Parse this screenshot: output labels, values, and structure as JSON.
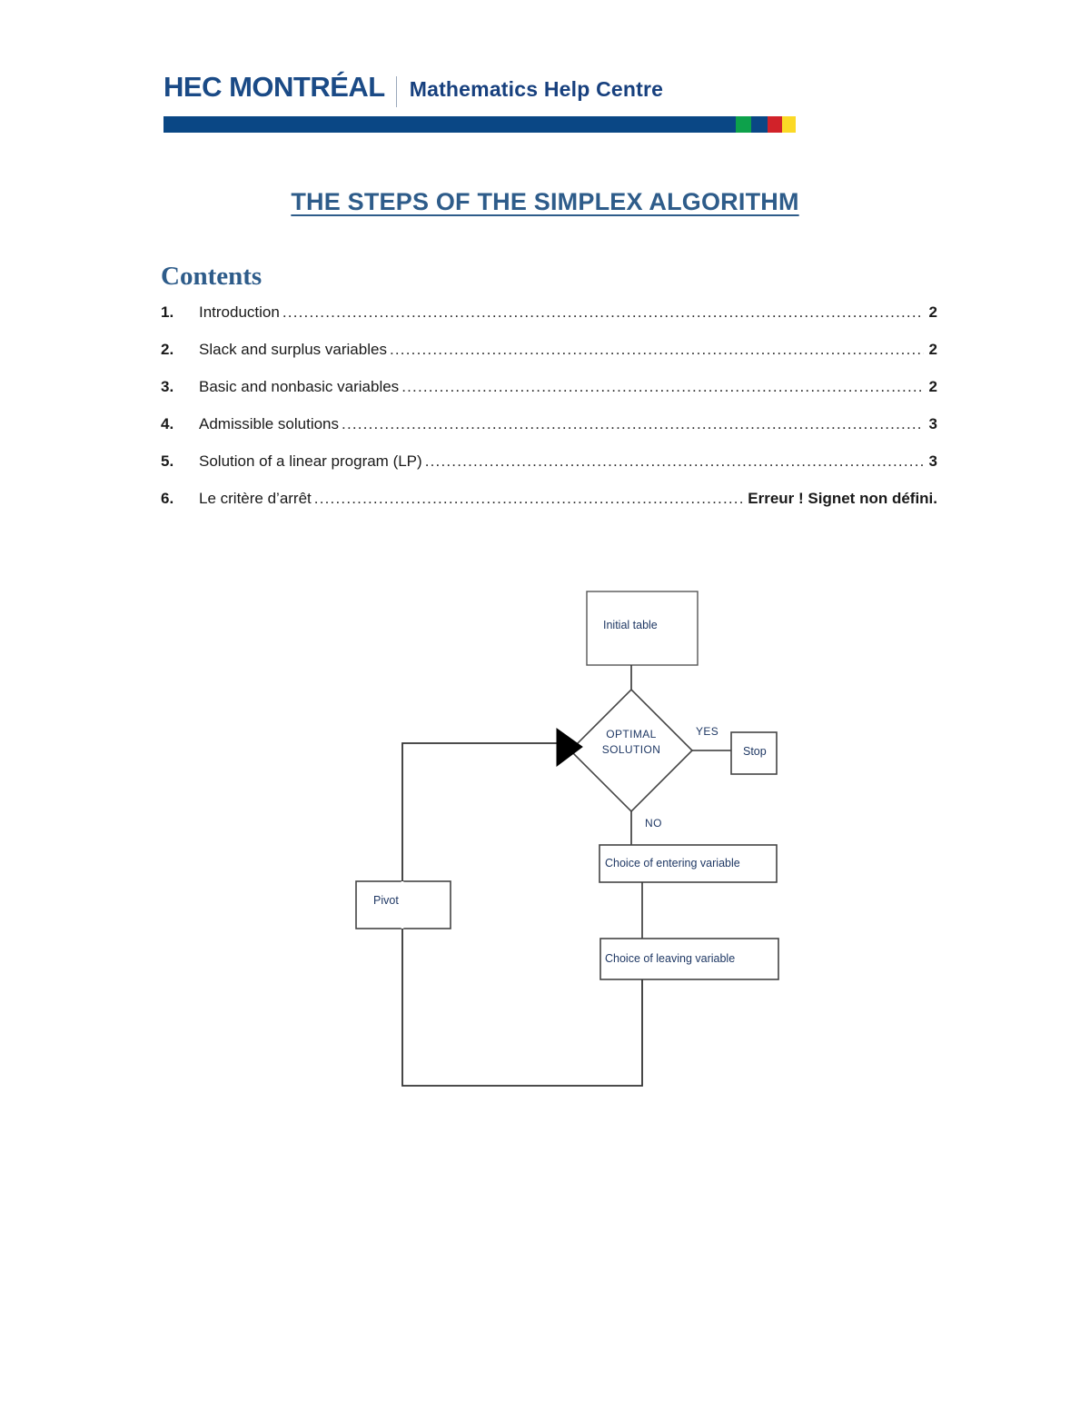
{
  "header": {
    "logo_primary": "HEC MONTRÉAL",
    "logo_secondary": "Mathematics Help Centre",
    "bar_segments": [
      {
        "name": "blue-main",
        "color": "#0a4785",
        "width_pct": 90.5
      },
      {
        "name": "green",
        "color": "#0da14b",
        "width_pct": 2.5
      },
      {
        "name": "blue-accent",
        "color": "#0a4785",
        "width_pct": 2.5
      },
      {
        "name": "red",
        "color": "#d12229",
        "width_pct": 2.3
      },
      {
        "name": "yellow",
        "color": "#fbd926",
        "width_pct": 2.2
      }
    ]
  },
  "title": "THE STEPS OF THE SIMPLEX ALGORITHM",
  "contents": {
    "heading": "Contents",
    "leader_dots": "..........................................................................................................................................................................................................................",
    "entries": [
      {
        "number": "1.",
        "label": "Introduction",
        "page": "2"
      },
      {
        "number": "2.",
        "label": "Slack and surplus variables",
        "page": "2"
      },
      {
        "number": "3.",
        "label": "Basic and nonbasic variables",
        "page": "2"
      },
      {
        "number": "4.",
        "label": "Admissible solutions",
        "page": "3"
      },
      {
        "number": "5.",
        "label": "Solution of a linear program (LP)",
        "page": "3"
      },
      {
        "number": "6.",
        "label": "Le critère d’arrêt",
        "page": "Erreur ! Signet non défini."
      }
    ]
  },
  "flowchart": {
    "nodes": {
      "initial_table": "Initial table",
      "optimal_solution_line1": "OPTIMAL",
      "optimal_solution_line2": "SOLUTION",
      "stop": "Stop",
      "entering_variable": "Choice of entering variable",
      "leaving_variable": "Choice of leaving variable",
      "pivot": "Pivot"
    },
    "edge_labels": {
      "yes": "YES",
      "no": "NO"
    },
    "stroke_color": "#333333",
    "text_color": "#1f3864"
  }
}
